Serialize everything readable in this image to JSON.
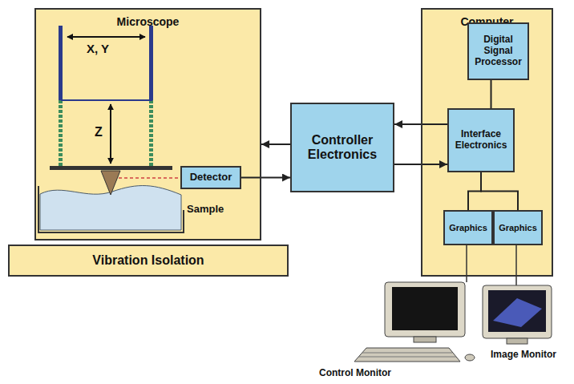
{
  "diagram": {
    "nodes": [
      {
        "text": [
          "Microscope"
        ]
      },
      {
        "text": [
          "Detector"
        ],
        "in": 0
      },
      {
        "text": [
          "Vibration Isolation"
        ]
      },
      {
        "text": [
          "Controller Electronics"
        ]
      },
      {
        "text": [
          "Computer"
        ]
      },
      {
        "text": [
          "Digital Signal Processor"
        ],
        "in": 4
      },
      {
        "text": [
          "Interface Electronics"
        ],
        "in": 4
      },
      {
        "text": [
          "Graphics"
        ],
        "in": 4
      },
      {
        "text": [
          "Graphics"
        ],
        "in": 4
      }
    ],
    "edges": [
      {
        "from": 3,
        "to": 0,
        "arrow": "to"
      },
      {
        "from": 1,
        "to": 3,
        "arrow": "to"
      },
      {
        "from": 6,
        "to": 3,
        "arrow": "to"
      },
      {
        "from": 3,
        "to": 6,
        "arrow": "to"
      },
      {
        "from": 5,
        "to": 6,
        "arrow": "none"
      },
      {
        "from": 6,
        "to": 7,
        "arrow": "none"
      },
      {
        "from": 6,
        "to": 8,
        "arrow": "none"
      }
    ],
    "labels": [
      "X, Y",
      "Z",
      "Sample",
      "Control Monitor",
      "Image Monitor"
    ]
  }
}
